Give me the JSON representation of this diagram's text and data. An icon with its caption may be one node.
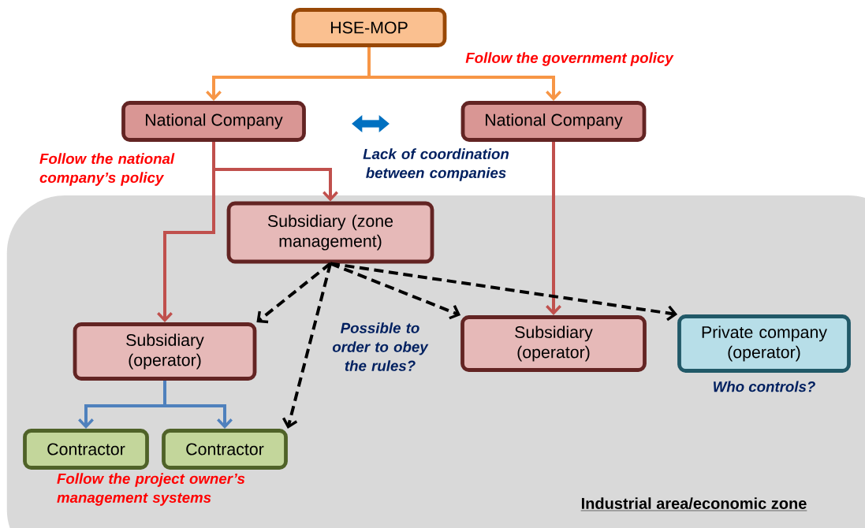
{
  "diagram": {
    "nodes": [
      {
        "text": [
          "HSE-MOP"
        ]
      },
      {
        "text": [
          "National Company"
        ]
      },
      {
        "text": [
          "National Company"
        ]
      },
      {
        "text": [
          "Industrial area/economic zone"
        ]
      },
      {
        "text": [
          "Subsidiary (zone management)"
        ],
        "in": 3
      },
      {
        "text": [
          "Subsidiary (operator)"
        ],
        "in": 3
      },
      {
        "text": [
          "Subsidiary (operator)"
        ],
        "in": 3
      },
      {
        "text": [
          "Private company (operator)"
        ],
        "in": 3,
        "beside": [
          "Who controls?"
        ]
      },
      {
        "text": [
          "Contractor"
        ],
        "in": 3
      },
      {
        "text": [
          "Contractor"
        ],
        "in": 3
      }
    ],
    "edges": [
      {
        "from": 0,
        "to": 1,
        "arrow": "to",
        "color": "#f79646"
      },
      {
        "from": 0,
        "to": 2,
        "arrow": "to",
        "color": "#f79646"
      },
      {
        "from": 1,
        "to": 4,
        "arrow": "to",
        "color": "#c0504d"
      },
      {
        "from": 1,
        "to": 5,
        "arrow": "to",
        "color": "#c0504d"
      },
      {
        "from": 2,
        "to": 6,
        "arrow": "to",
        "color": "#c0504d"
      },
      {
        "from": 4,
        "to": 5,
        "arrow": "to",
        "style": "dashed"
      },
      {
        "from": 4,
        "to": 9,
        "arrow": "to",
        "style": "dashed"
      },
      {
        "from": 4,
        "to": 6,
        "arrow": "to",
        "style": "dashed"
      },
      {
        "from": 4,
        "to": 7,
        "arrow": "to",
        "style": "dashed"
      },
      {
        "from": 5,
        "to": 8,
        "arrow": "to",
        "color": "#4f81bd"
      },
      {
        "from": 5,
        "to": 9,
        "arrow": "to",
        "color": "#4f81bd"
      }
    ],
    "labels": [
      "Follow the government policy",
      "Follow the national company’s policy",
      "Lack of coordination between companies",
      "Possible to order to obey the rules?",
      "Follow the project owner’s management systems"
    ]
  }
}
